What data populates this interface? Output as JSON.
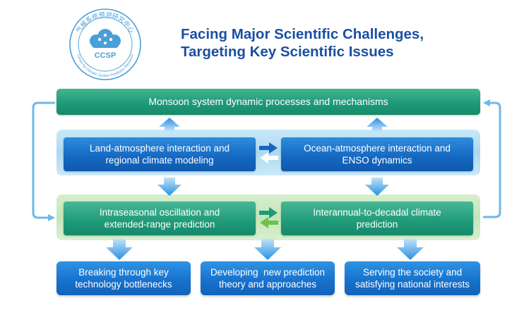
{
  "logo": {
    "chinese_text": "气候系统预测研究中心",
    "abbreviation": "CCSP",
    "ring_text": "Center for Climate System Prediction Research"
  },
  "title": {
    "line1": "Facing Major Scientific Challenges,",
    "line2": "Targeting Key Scientific Issues"
  },
  "top_box": {
    "label": "Monsoon system dynamic processes and mechanisms"
  },
  "blue_row": {
    "left": {
      "line1": "Land-atmosphere interaction and",
      "line2": "regional climate modeling"
    },
    "right": {
      "line1": "Ocean-atmosphere interaction and",
      "line2": "ENSO dynamics"
    }
  },
  "green_row": {
    "left": {
      "line1": "Intraseasonal oscillation and",
      "line2": "extended-range prediction"
    },
    "right": {
      "line1": "Interannual-to-decadal climate",
      "line2": "prediction"
    }
  },
  "outcomes": [
    {
      "line1": "Breaking through key",
      "line2": "technology bottlenecks"
    },
    {
      "line1": "Developing  new prediction",
      "line2": "theory and approaches"
    },
    {
      "line1": "Serving the society and",
      "line2": "satisfying national interests"
    }
  ],
  "colors": {
    "title_blue": "#1b4fa3",
    "green": "#1f9a78",
    "blue": "#1467c0",
    "light_blue_panel": "#aad9f3",
    "light_green_panel": "#c3e6b8",
    "arrow_blue": "#2a8fe0",
    "feedback_line": "#6db8e8",
    "logo_blue": "#4a9fd8"
  }
}
